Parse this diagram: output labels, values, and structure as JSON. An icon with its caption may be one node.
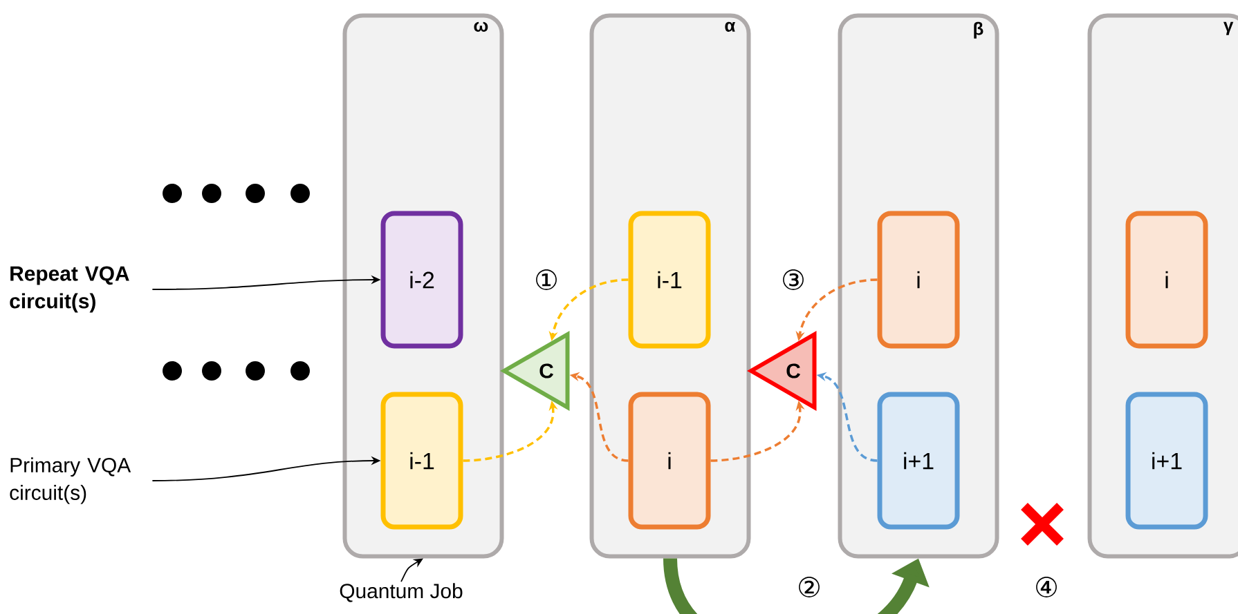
{
  "diagram": {
    "nodes": [
      {
        "text": [
          "ω"
        ]
      },
      {
        "text": [
          "i-2"
        ],
        "in": 0
      },
      {
        "text": [
          "i-1"
        ],
        "in": 0
      },
      {
        "text": [
          "α"
        ]
      },
      {
        "text": [
          "i-1"
        ],
        "in": 3
      },
      {
        "text": [
          "i"
        ],
        "in": 3
      },
      {
        "text": [
          "β"
        ]
      },
      {
        "text": [
          "i"
        ],
        "in": 6
      },
      {
        "text": [
          "i+1"
        ],
        "in": 6
      },
      {
        "text": [
          "γ"
        ]
      },
      {
        "text": [
          "i"
        ],
        "in": 9
      },
      {
        "text": [
          "i+1"
        ],
        "in": 9
      },
      {
        "text": [
          "C"
        ]
      },
      {
        "text": [
          "C"
        ]
      },
      {
        "text": [
          "Repeat VQA circuit(s)"
        ]
      },
      {
        "text": [
          "Primary VQA circuit(s)"
        ]
      },
      {
        "text": [
          "Quantum Job"
        ]
      }
    ],
    "edges": [
      {
        "from": 14,
        "to": 1,
        "arrow": "to"
      },
      {
        "from": 15,
        "to": 2,
        "arrow": "to"
      },
      {
        "from": 16,
        "to": 0,
        "arrow": "to"
      },
      {
        "from": 2,
        "to": 12,
        "arrow": "to",
        "style": "dashed",
        "color": "#ffc000"
      },
      {
        "from": 4,
        "to": 12,
        "arrow": "to",
        "style": "dashed",
        "color": "#ffc000"
      },
      {
        "from": 5,
        "to": 12,
        "arrow": "to",
        "style": "dashed",
        "color": "#ed7d31"
      },
      {
        "from": 5,
        "to": 13,
        "arrow": "to",
        "style": "dashed",
        "color": "#ed7d31"
      },
      {
        "from": 7,
        "to": 13,
        "arrow": "to",
        "style": "dashed",
        "color": "#ed7d31"
      },
      {
        "from": 8,
        "to": 13,
        "arrow": "to",
        "style": "dashed",
        "color": "#5b9bd5"
      },
      {
        "from": 3,
        "to": 6,
        "arrow": "to",
        "style": "thick",
        "color": "#548235"
      }
    ],
    "labels": [
      "①",
      "③",
      "②",
      "④"
    ]
  }
}
